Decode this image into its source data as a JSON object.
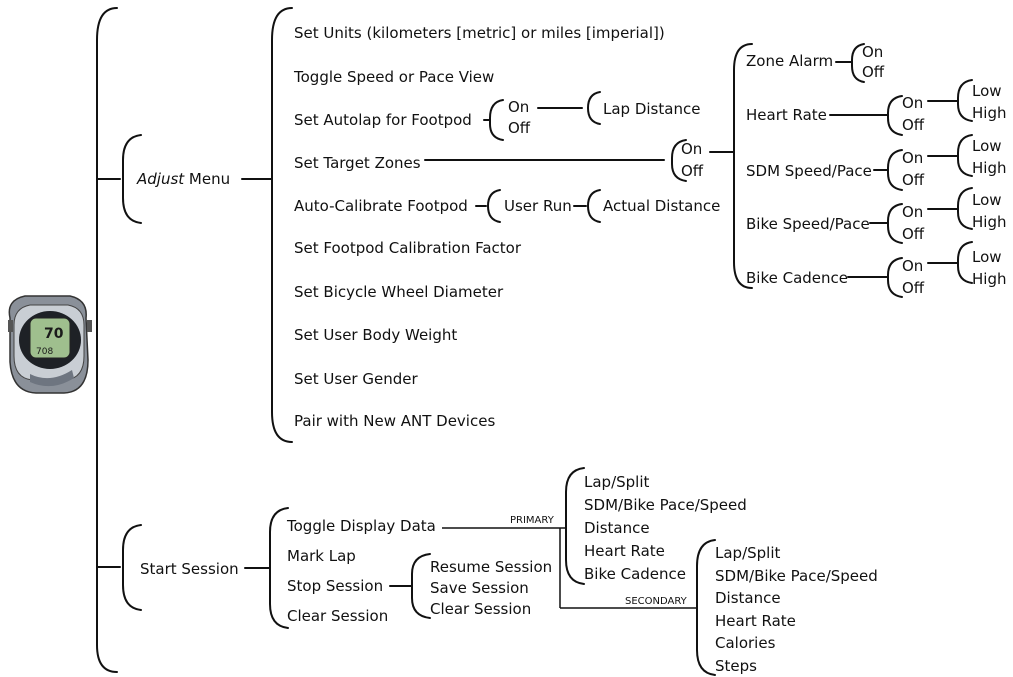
{
  "device": {
    "icon": "wristwatch-icon",
    "screen_top": "70",
    "screen_bottom": "708"
  },
  "adjust_menu": {
    "label_italic": "Adjust",
    "label_rest": " Menu",
    "items": [
      "Set Units (kilometers [metric] or miles [imperial])",
      "Toggle Speed or Pace View",
      "Set Autolap for Footpod",
      "Set Target Zones",
      "Auto-Calibrate Footpod",
      "Set Footpod Calibration Factor",
      "Set Bicycle Wheel Diameter",
      "Set User Body Weight",
      "Set User Gender",
      "Pair with New ANT Devices"
    ],
    "autolap": {
      "on": "On",
      "off": "Off",
      "next": "Lap Distance"
    },
    "target_zones": {
      "on": "On",
      "off": "Off",
      "zones": [
        {
          "label": "Zone Alarm",
          "on": "On",
          "off": "Off"
        },
        {
          "label": "Heart Rate",
          "on": "On",
          "off": "Off",
          "low": "Low",
          "high": "High"
        },
        {
          "label": "SDM Speed/Pace",
          "on": "On",
          "off": "Off",
          "low": "Low",
          "high": "High"
        },
        {
          "label": "Bike Speed/Pace",
          "on": "On",
          "off": "Off",
          "low": "Low",
          "high": "High"
        },
        {
          "label": "Bike Cadence",
          "on": "On",
          "off": "Off",
          "low": "Low",
          "high": "High"
        }
      ]
    },
    "calibrate": {
      "user_run": "User Run",
      "actual": "Actual Distance"
    }
  },
  "start_session": {
    "label": "Start Session",
    "items": [
      "Toggle Display Data",
      "Mark Lap",
      "Stop Session",
      "Clear Session"
    ],
    "stop_options": [
      "Resume Session",
      "Save Session",
      "Clear Session"
    ],
    "primary_label": "PRIMARY",
    "secondary_label": "SECONDARY",
    "primary": [
      "Lap/Split",
      "SDM/Bike Pace/Speed",
      "Distance",
      "Heart Rate",
      "Bike Cadence"
    ],
    "secondary": [
      "Lap/Split",
      "SDM/Bike Pace/Speed",
      "Distance",
      "Heart Rate",
      "Calories",
      "Steps"
    ]
  }
}
